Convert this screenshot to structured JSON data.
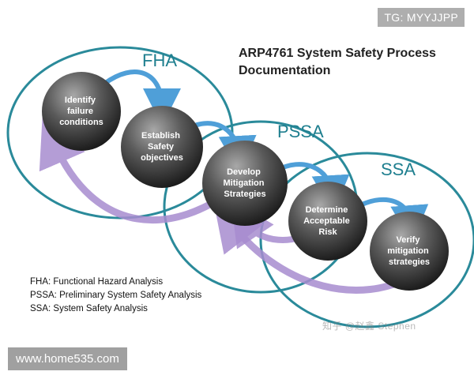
{
  "title": {
    "line1": "ARP4761 System Safety Process",
    "line2": "Documentation"
  },
  "phases": {
    "fha": "FHA",
    "pssa": "PSSA",
    "ssa": "SSA"
  },
  "steps": [
    [
      "Identify",
      "failure",
      "conditions"
    ],
    [
      "Establish",
      "Safety",
      "objectives"
    ],
    [
      "Develop",
      "Mitigation",
      "Strategies"
    ],
    [
      "Determine",
      "Acceptable",
      "Risk"
    ],
    [
      "Verify",
      "mitigation",
      "strategies"
    ]
  ],
  "legend": {
    "fha": "FHA: Functional Hazard Analysis",
    "pssa": "PSSA: Preliminary System Safety Analysis",
    "ssa": "SSA: System Safety Analysis"
  },
  "overlays": {
    "top_right": "TG: MYYJJPP",
    "bottom_left": "www.home535.com",
    "watermark": "知乎 @赵鑫 Stephen"
  },
  "colors": {
    "ellipse_stroke": "#2a8a9a",
    "phase_label": "#1f7f8f",
    "forward_arrow": "#4f9fd8",
    "feedback_arrow": "#a88cd0",
    "node_dark": "#1f1f1f",
    "node_light": "#9a9a9a"
  }
}
